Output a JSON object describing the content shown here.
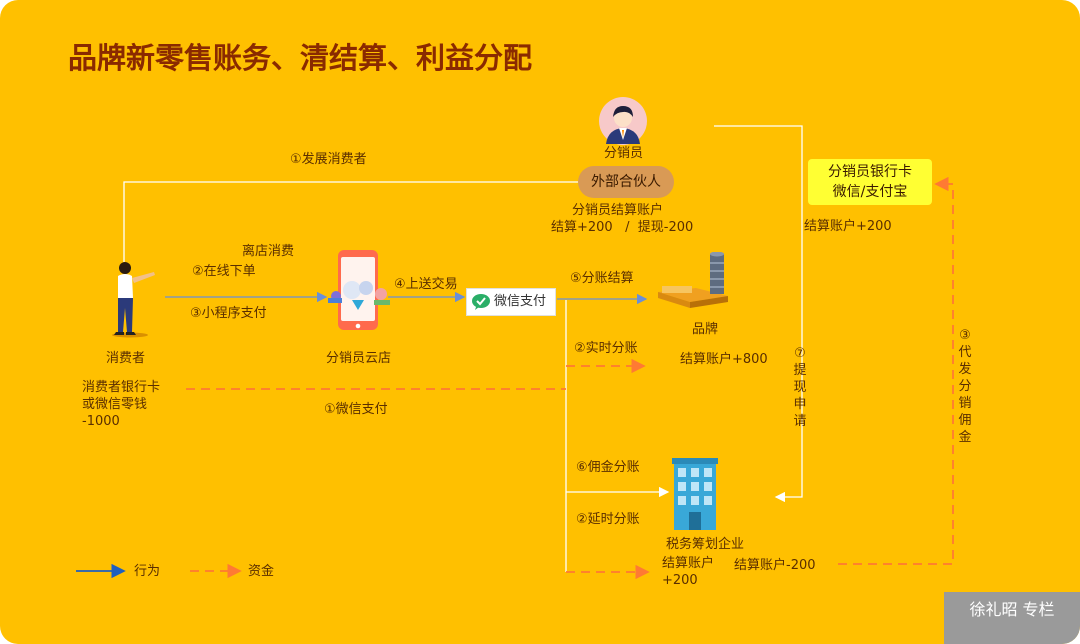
{
  "title": "品牌新零售账务、清结算、利益分配",
  "distributor": {
    "label": "分销员",
    "partner_label": "外部合伙人",
    "account_label": "分销员结算账户",
    "account_change": "结算+200   /  提现-200"
  },
  "bank_box": {
    "line1": "分销员银行卡",
    "line2": "微信/支付宝"
  },
  "consumer": {
    "label": "消费者",
    "account_line1": "消费者银行卡",
    "account_line2": "或微信零钱",
    "account_change": "-1000"
  },
  "store": {
    "label": "分销员云店"
  },
  "wechat_pay": {
    "label": "微信支付"
  },
  "brand": {
    "label": "品牌",
    "account": "结算账户+800"
  },
  "tax_company": {
    "label": "税务筹划企业",
    "account_line1": "结算账户",
    "account_line2": "+200",
    "account_out": "结算账户-200"
  },
  "flows": {
    "develop_consumer": "①发展消费者",
    "offline_consume": "离店消费",
    "online_order": "②在线下单",
    "miniprogram_pay": "③小程序支付",
    "upload_transaction": "④上送交易",
    "split_settlement": "⑤分账结算",
    "realtime_split": "②实时分账",
    "wechat_payment": "①微信支付",
    "commission_split": "⑥佣金分账",
    "delayed_split": "②延时分账",
    "settlement_plus": "结算账户+200",
    "withdraw_request": "⑦提现申请",
    "pay_commission": "③代发分销佣金"
  },
  "legend": {
    "action": "行为",
    "funds": "资金"
  },
  "badge": "徐礼昭  专栏",
  "colors": {
    "background": "#FFC000",
    "title": "#8a2a00",
    "action_arrow": "#1f5fbf",
    "funds_arrow": "#ff7a33",
    "line": "#ffffff"
  }
}
